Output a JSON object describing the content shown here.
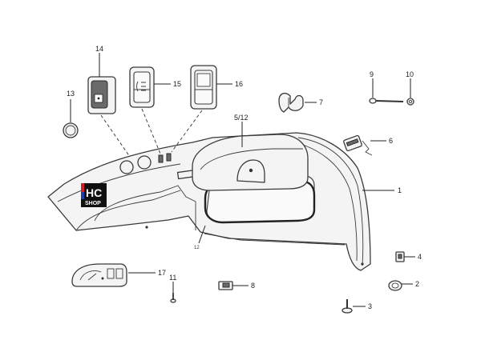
{
  "callouts": {
    "c1": "1",
    "c2": "2",
    "c3": "3",
    "c4": "4",
    "c5_12": "5/12",
    "c6": "6",
    "c7": "7",
    "c8": "8",
    "c9": "9",
    "c10": "10",
    "c11": "11",
    "c12": "12",
    "c13": "13",
    "c14": "14",
    "c15": "15",
    "c16": "16",
    "c17": "17"
  },
  "watermark": {
    "line1": "HC",
    "line2": "SHOP",
    "colors": {
      "red": "#d0202a",
      "blue": "#1f3fa8",
      "black": "#111111"
    }
  }
}
